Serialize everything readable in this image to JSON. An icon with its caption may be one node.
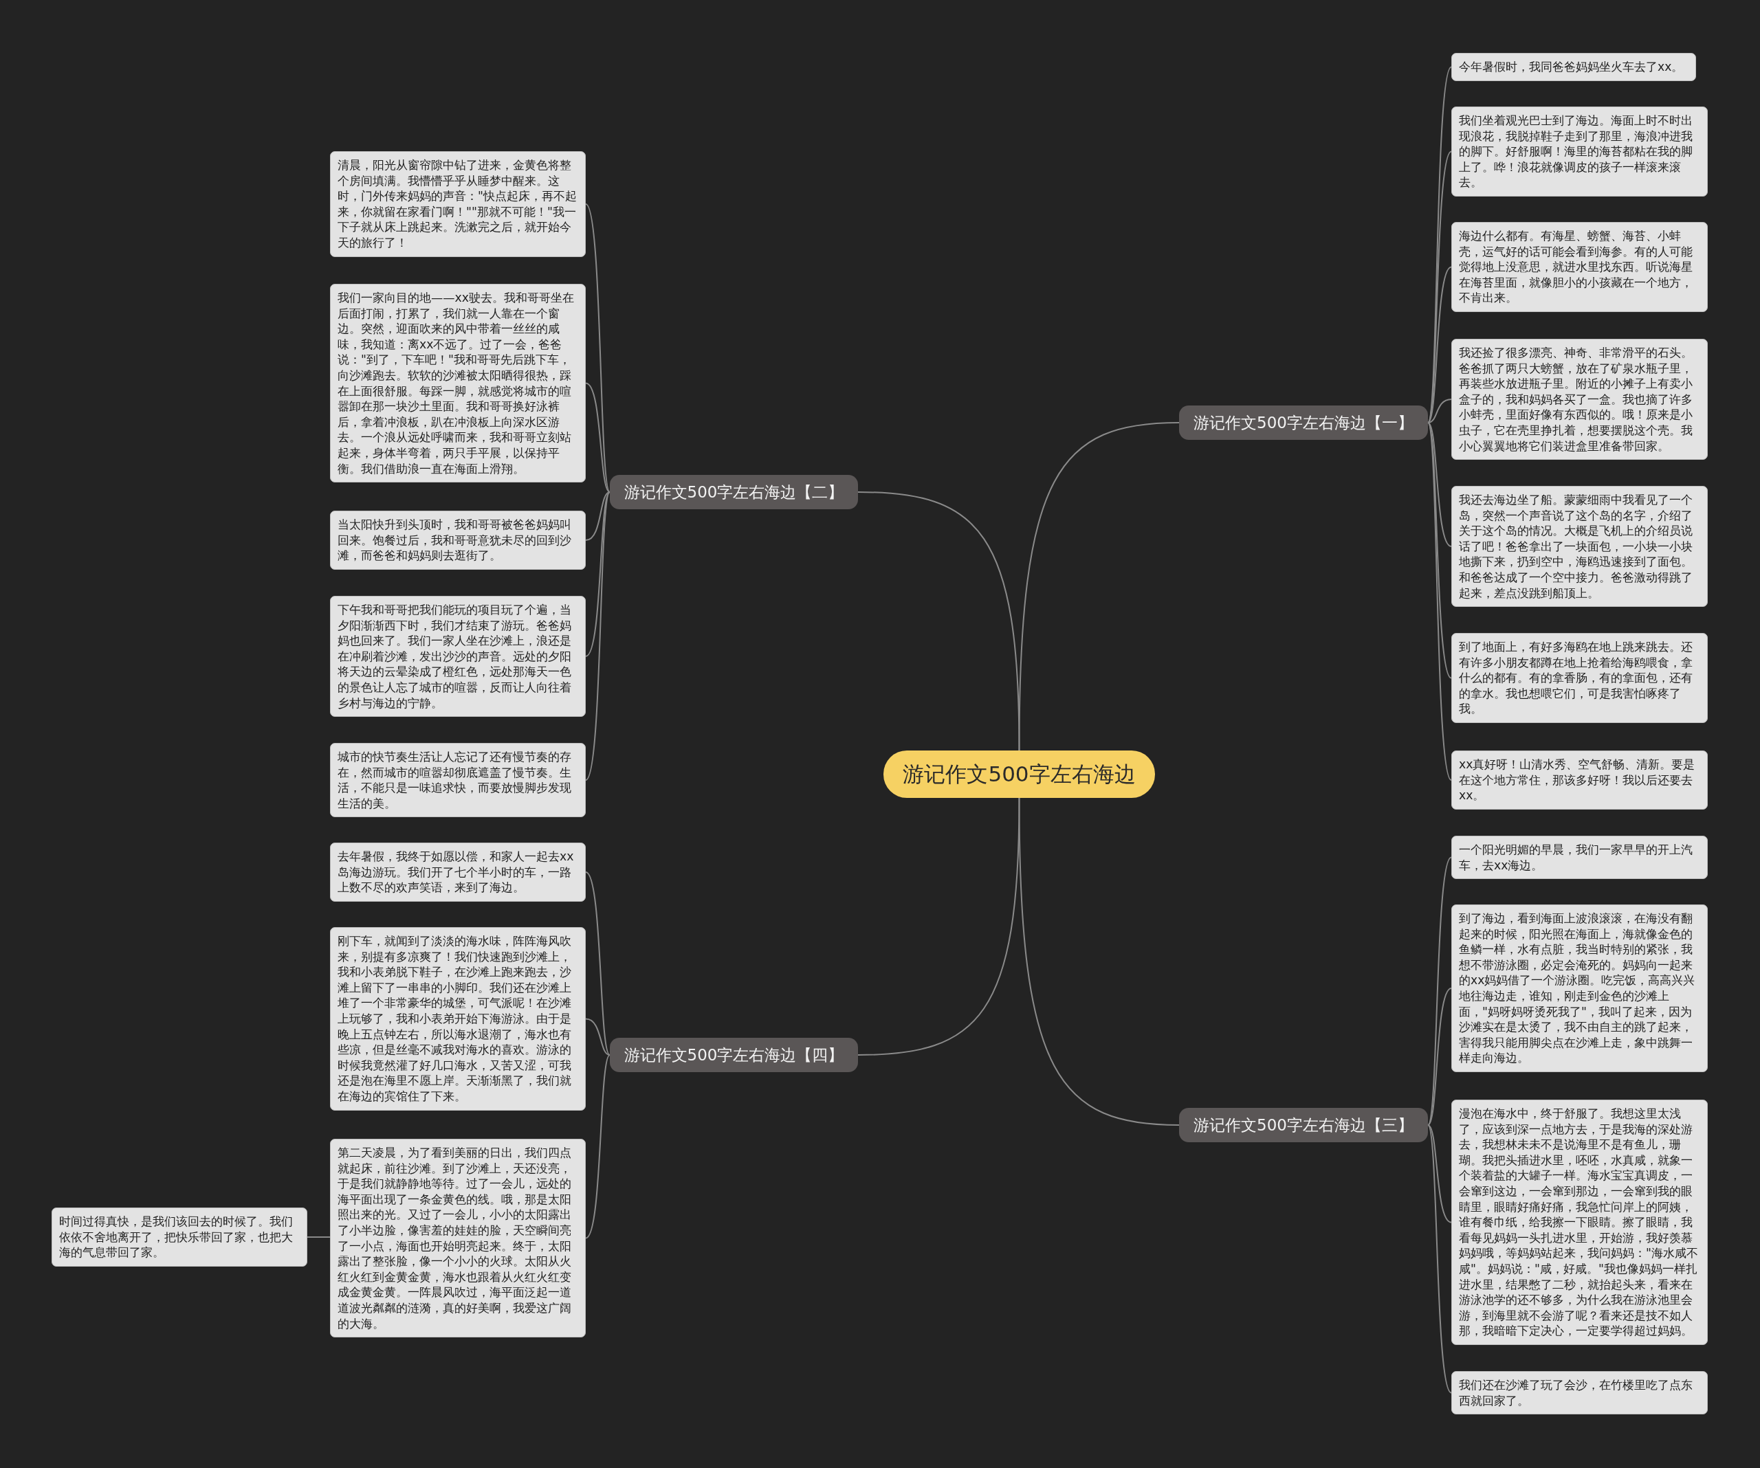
{
  "diagram": {
    "nodes": [
      {
        "text": [
          "游记作文500字左右海边"
        ]
      },
      {
        "text": [
          "游记作文500字左右海边【二】"
        ]
      },
      {
        "text": [
          "清晨，阳光从窗帘隙中钻了进来，金黄色将整个房间填满。我懵懵乎乎从睡梦中醒来。这时，门外传来妈妈的声音：\"快点起床，再不起来，你就留在家看门啊！\"\"那就不可能！\"我一下子就从床上跳起来。洗漱完之后，就开始今天的旅行了！"
        ]
      },
      {
        "text": [
          "我们一家向目的地——xx驶去。我和哥哥坐在后面打闹，打累了，我们就一人靠在一个窗边。突然，迎面吹来的风中带着一丝丝的咸味，我知道：离xx不远了。过了一会，爸爸说：\"到了，下车吧！\"我和哥哥先后跳下车，向沙滩跑去。软软的沙滩被太阳晒得很热，踩在上面很舒服。每踩一脚，就感觉将城市的喧嚣卸在那一块沙土里面。我和哥哥换好泳裤后，拿着冲浪板，趴在冲浪板上向深水区游去。一个浪从远处呼啸而来，我和哥哥立刻站起来，身体半弯着，两只手平展，以保持平衡。我们借助浪一直在海面上滑翔。"
        ]
      },
      {
        "text": [
          "当太阳快升到头顶时，我和哥哥被爸爸妈妈叫回来。饱餐过后，我和哥哥意犹未尽的回到沙滩，而爸爸和妈妈则去逛街了。"
        ]
      },
      {
        "text": [
          "下午我和哥哥把我们能玩的项目玩了个遍，当夕阳渐渐西下时，我们才结束了游玩。爸爸妈妈也回来了。我们一家人坐在沙滩上，浪还是在冲刷着沙滩，发出沙沙的声音。远处的夕阳将天边的云晕染成了橙红色，远处那海天一色的景色让人忘了城市的喧嚣，反而让人向往着乡村与海边的宁静。"
        ]
      },
      {
        "text": [
          "城市的快节奏生活让人忘记了还有慢节奏的存在，然而城市的喧嚣却彻底遮盖了慢节奏。生活，不能只是一味追求快，而要放慢脚步发现生活的美。"
        ]
      },
      {
        "text": [
          "游记作文500字左右海边【四】"
        ]
      },
      {
        "text": [
          "去年暑假，我终于如愿以偿，和家人一起去xx岛海边游玩。我们开了七个半小时的车，一路上数不尽的欢声笑语，来到了海边。"
        ]
      },
      {
        "text": [
          "刚下车，就闻到了淡淡的海水味，阵阵海风吹来，别提有多凉爽了！我们快速跑到沙滩上，我和小表弟脱下鞋子，在沙滩上跑来跑去，沙滩上留下了一串串的小脚印。我们还在沙滩上堆了一个非常豪华的城堡，可气派呢！在沙滩上玩够了，我和小表弟开始下海游泳。由于是晚上五点钟左右，所以海水退潮了，海水也有些凉，但是丝毫不减我对海水的喜欢。游泳的时候我竟然灌了好几口海水，又苦又涩，可我还是泡在海里不愿上岸。天渐渐黑了，我们就在海边的宾馆住了下来。"
        ]
      },
      {
        "text": [
          "第二天凌晨，为了看到美丽的日出，我们四点就起床，前往沙滩。到了沙滩上，天还没亮，于是我们就静静地等待。过了一会儿，远处的海平面出现了一条金黄色的线。哦，那是太阳照出来的光。又过了一会儿，小小的太阳露出了小半边脸，像害羞的娃娃的脸，天空瞬间亮了一小点，海面也开始明亮起来。终于，太阳露出了整张脸，像一个小小的火球。太阳从火红火红到金黄金黄，海水也跟着从火红火红变成金黄金黄。一阵晨风吹过，海平面泛起一道道波光粼粼的涟漪，真的好美啊，我爱这广阔的大海。"
        ]
      },
      {
        "text": [
          "时间过得真快，是我们该回去的时候了。我们依依不舍地离开了，把快乐带回了家，也把大海的气息带回了家。"
        ]
      },
      {
        "text": [
          "游记作文500字左右海边【一】"
        ]
      },
      {
        "text": [
          "今年暑假时，我同爸爸妈妈坐火车去了xx。"
        ]
      },
      {
        "text": [
          "我们坐着观光巴士到了海边。海面上时不时出现浪花，我脱掉鞋子走到了那里，海浪冲进我的脚下。好舒服啊！海里的海苔都粘在我的脚上了。哗！浪花就像调皮的孩子一样滚来滚去。"
        ]
      },
      {
        "text": [
          "海边什么都有。有海星、螃蟹、海苔、小蚌壳，运气好的话可能会看到海参。有的人可能觉得地上没意思，就进水里找东西。听说海星在海苔里面，就像胆小的小孩藏在一个地方，不肯出来。"
        ]
      },
      {
        "text": [
          "我还捡了很多漂亮、神奇、非常滑平的石头。爸爸抓了两只大螃蟹，放在了矿泉水瓶子里，再装些水放进瓶子里。附近的小摊子上有卖小盒子的，我和妈妈各买了一盒。我也摘了许多小蚌壳，里面好像有东西似的。哦！原来是小虫子，它在壳里挣扎着，想要摆脱这个壳。我小心翼翼地将它们装进盒里准备带回家。"
        ]
      },
      {
        "text": [
          "我还去海边坐了船。蒙蒙细雨中我看见了一个岛，突然一个声音说了这个岛的名字，介绍了关于这个岛的情况。大概是飞机上的介绍员说话了吧！爸爸拿出了一块面包，一小块一小块地撕下来，扔到空中，海鸥迅速接到了面包。和爸爸达成了一个空中接力。爸爸激动得跳了起来，差点没跳到船顶上。"
        ]
      },
      {
        "text": [
          "到了地面上，有好多海鸥在地上跳来跳去。还有许多小朋友都蹲在地上抢着给海鸥喂食，拿什么的都有。有的拿香肠，有的拿面包，还有的拿水。我也想喂它们，可是我害怕啄疼了我。"
        ]
      },
      {
        "text": [
          "xx真好呀！山清水秀、空气舒畅、清新。要是在这个地方常住，那该多好呀！我以后还要去xx。"
        ]
      },
      {
        "text": [
          "游记作文500字左右海边【三】"
        ]
      },
      {
        "text": [
          "一个阳光明媚的早晨，我们一家早早的开上汽车，去xx海边。"
        ]
      },
      {
        "text": [
          "到了海边，看到海面上波浪滚滚，在海没有翻起来的时候，阳光照在海面上，海就像金色的鱼鳞一样，水有点脏，我当时特别的紧张，我想不带游泳圈，必定会淹死的。妈妈向一起来的xx妈妈借了一个游泳圈。吃完饭，高高兴兴地往海边走，谁知，刚走到金色的沙滩上面，\"妈呀妈呀烫死我了\"，我叫了起来，因为沙滩实在是太烫了，我不由自主的跳了起来，害得我只能用脚尖点在沙滩上走，象中跳舞一样走向海边。"
        ]
      },
      {
        "text": [
          "漫泡在海水中，终于舒服了。我想这里太浅了，应该到深一点地方去，于是我海的深处游去，我想林未未不是说海里不是有鱼儿，珊瑚。我把头插进水里，呸呸，水真咸，就象一个装着盐的大罐子一样。海水宝宝真调皮，一会窜到这边，一会窜到那边，一会窜到我的眼睛里，眼睛好痛好痛，我急忙问岸上的阿姨，谁有餐巾纸，给我擦一下眼睛。擦了眼睛，我看每见妈妈一头扎进水里，开始游，我好羡慕妈妈哦，等妈妈站起来，我问妈妈：\"海水咸不咸\"。妈妈说：\"咸，好咸。\"我也像妈妈一样扎进水里，结果憋了二秒，就抬起头来，看来在游泳池学的还不够多，为什么我在游泳池里会游，到海里就不会游了呢？看来还是技不如人那，我暗暗下定决心，一定要学得超过妈妈。"
        ]
      },
      {
        "text": [
          "我们还在沙滩了玩了会沙，在竹楼里吃了点东西就回家了。"
        ]
      }
    ],
    "edges": [
      {
        "from": 0,
        "to": 1,
        "arrow": "none"
      },
      {
        "from": 1,
        "to": 2,
        "arrow": "none"
      },
      {
        "from": 1,
        "to": 3,
        "arrow": "none"
      },
      {
        "from": 1,
        "to": 4,
        "arrow": "none"
      },
      {
        "from": 1,
        "to": 5,
        "arrow": "none"
      },
      {
        "from": 1,
        "to": 6,
        "arrow": "none"
      },
      {
        "from": 0,
        "to": 7,
        "arrow": "none"
      },
      {
        "from": 7,
        "to": 8,
        "arrow": "none"
      },
      {
        "from": 7,
        "to": 9,
        "arrow": "none"
      },
      {
        "from": 7,
        "to": 10,
        "arrow": "none"
      },
      {
        "from": 10,
        "to": 11,
        "arrow": "none"
      },
      {
        "from": 0,
        "to": 12,
        "arrow": "none"
      },
      {
        "from": 12,
        "to": 13,
        "arrow": "none"
      },
      {
        "from": 12,
        "to": 14,
        "arrow": "none"
      },
      {
        "from": 12,
        "to": 15,
        "arrow": "none"
      },
      {
        "from": 12,
        "to": 16,
        "arrow": "none"
      },
      {
        "from": 12,
        "to": 17,
        "arrow": "none"
      },
      {
        "from": 12,
        "to": 18,
        "arrow": "none"
      },
      {
        "from": 12,
        "to": 19,
        "arrow": "none"
      },
      {
        "from": 0,
        "to": 20,
        "arrow": "none"
      },
      {
        "from": 20,
        "to": 21,
        "arrow": "none"
      },
      {
        "from": 20,
        "to": 22,
        "arrow": "none"
      },
      {
        "from": 20,
        "to": 23,
        "arrow": "none"
      },
      {
        "from": 20,
        "to": 24,
        "arrow": "none"
      }
    ]
  }
}
